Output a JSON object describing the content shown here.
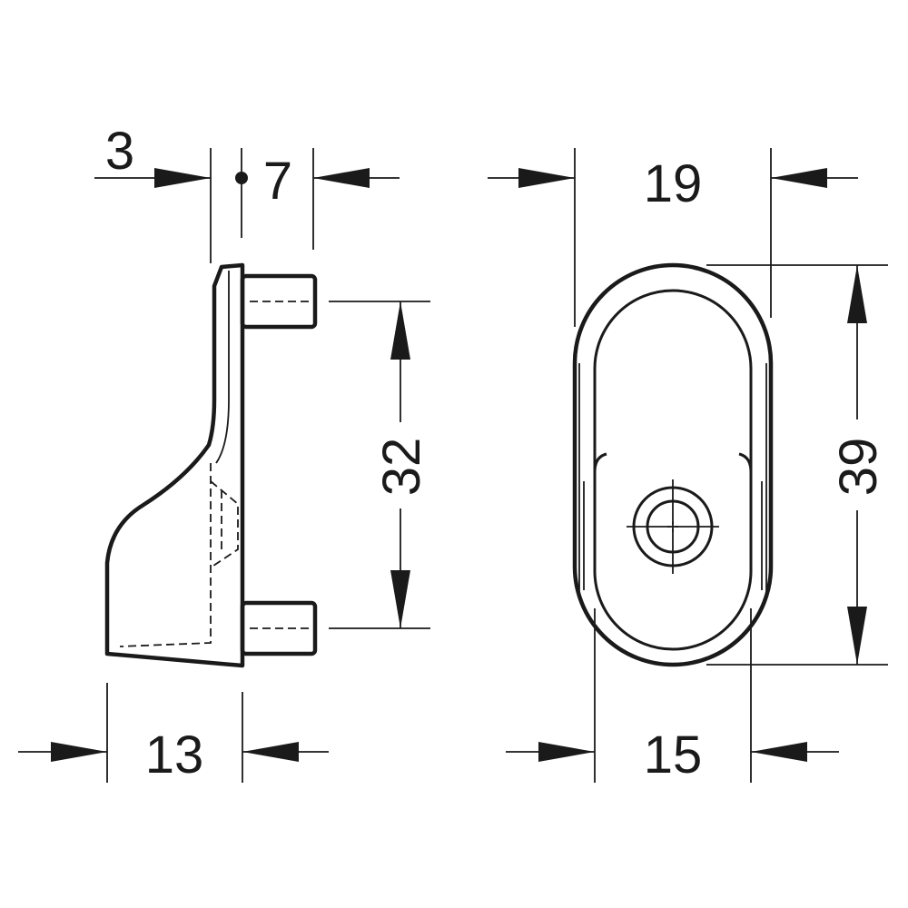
{
  "dimensions": {
    "side_offset": "3",
    "side_pin_length": "7",
    "side_pin_spacing": "32",
    "side_depth": "13",
    "front_outer_width": "19",
    "front_height": "39",
    "front_inner_width": "15"
  }
}
